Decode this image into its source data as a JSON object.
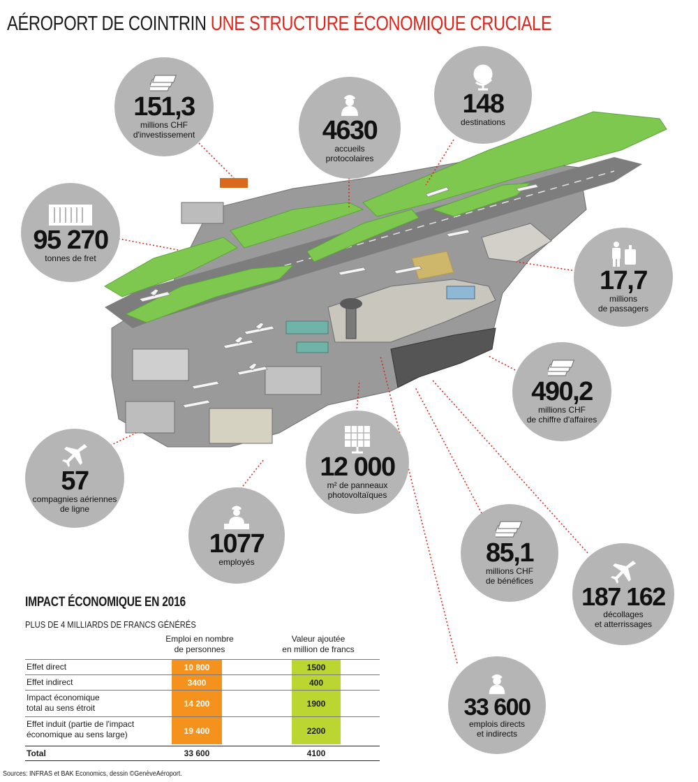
{
  "title": {
    "part1": "AÉROPORT DE COINTRIN",
    "part2": "UNE STRUCTURE ÉCONOMIQUE CRUCIALE"
  },
  "colors": {
    "title_accent": "#e2231a",
    "circle_fill": "#b5b5b5",
    "leader_line": "#d9291c",
    "grass": "#7ec850",
    "tarmac": "#8e8e8e",
    "orange_column": "#f5921e",
    "green_column": "#bcd631"
  },
  "stats": [
    {
      "id": "investment",
      "icon": "money-stack-icon",
      "value": "151,3",
      "label": "millions CHF\nd'investissement"
    },
    {
      "id": "protocol",
      "icon": "person-icon",
      "value": "4630",
      "label": "accueils\nprotocolaires"
    },
    {
      "id": "destinations",
      "icon": "globe-icon",
      "value": "148",
      "label": "destinations"
    },
    {
      "id": "freight",
      "icon": "container-icon",
      "value": "95 270",
      "label": "tonnes de fret"
    },
    {
      "id": "passengers",
      "icon": "passenger-luggage-icon",
      "value": "17,7",
      "label": "millions\nde passagers"
    },
    {
      "id": "revenue",
      "icon": "money-stack-icon",
      "value": "490,2",
      "label": "millions CHF\nde chiffre d'affaires"
    },
    {
      "id": "airlines",
      "icon": "airplane-icon",
      "value": "57",
      "label": "compagnies aériennes\nde ligne"
    },
    {
      "id": "solar",
      "icon": "solar-panel-icon",
      "value": "12 000",
      "label": "m² de panneaux\nphotovoltaïques"
    },
    {
      "id": "employees",
      "icon": "employee-desk-icon",
      "value": "1077",
      "label": "employés"
    },
    {
      "id": "profit",
      "icon": "money-stack-icon",
      "value": "85,1",
      "label": "millions CHF\nde bénéfices"
    },
    {
      "id": "movements",
      "icon": "airplane-icon",
      "value": "187 162",
      "label": "décollages\net atterrissages"
    },
    {
      "id": "jobs",
      "icon": "person-icon",
      "value": "33 600",
      "label": "emplois directs\net indirects"
    }
  ],
  "impact": {
    "title": "IMPACT ÉCONOMIQUE EN 2016",
    "subtitle": "PLUS DE 4 MILLIARDS DE FRANCS GÉNÉRÉS",
    "columns": [
      "Emploi en nombre\nde personnes",
      "Valeur ajoutée\nen million de francs"
    ],
    "rows": [
      {
        "label": "Effet direct",
        "jobs": "10 800",
        "value": "1500"
      },
      {
        "label": "Effet indirect",
        "jobs": "3400",
        "value": "400"
      },
      {
        "label": "Impact économique\ntotal au sens étroit",
        "jobs": "14 200",
        "value": "1900"
      },
      {
        "label": "Effet induit (partie de l'impact\néconomique au sens large)",
        "jobs": "19 400",
        "value": "2200"
      }
    ],
    "total": {
      "label": "Total",
      "jobs": "33 600",
      "value": "4100"
    }
  },
  "sources": "Sources: INFRAS et BAK Economics, dessin ©GenèveAéroport."
}
